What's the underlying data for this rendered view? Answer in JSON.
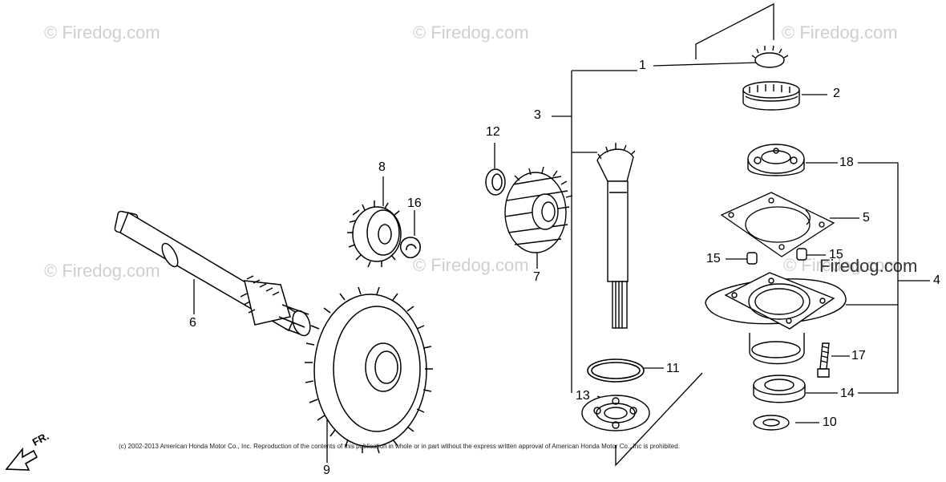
{
  "watermarks": {
    "w1": "© Firedog.com",
    "w2": "© Firedog.com",
    "w3": "© Firedog.com",
    "w4": "© Firedog.com",
    "w5": "© Firedog.com",
    "w6": "© Firedog.com",
    "w7": "Firedog.com"
  },
  "callouts": {
    "c1": "1",
    "c2": "2",
    "c3": "3",
    "c4": "4",
    "c5": "5",
    "c6": "6",
    "c7": "7",
    "c8": "8",
    "c9": "9",
    "c10": "10",
    "c11": "11",
    "c12": "12",
    "c13": "13",
    "c14": "14",
    "c15a": "15",
    "c15b": "15",
    "c16": "16",
    "c17": "17",
    "c18": "18"
  },
  "direction_label": "FR.",
  "copyright": "(c) 2002-2013 American Honda Motor Co., Inc. Reproduction of the contents of this publication in whole or in part without the express written approval of American Honda Motor Co., Inc is prohibited."
}
